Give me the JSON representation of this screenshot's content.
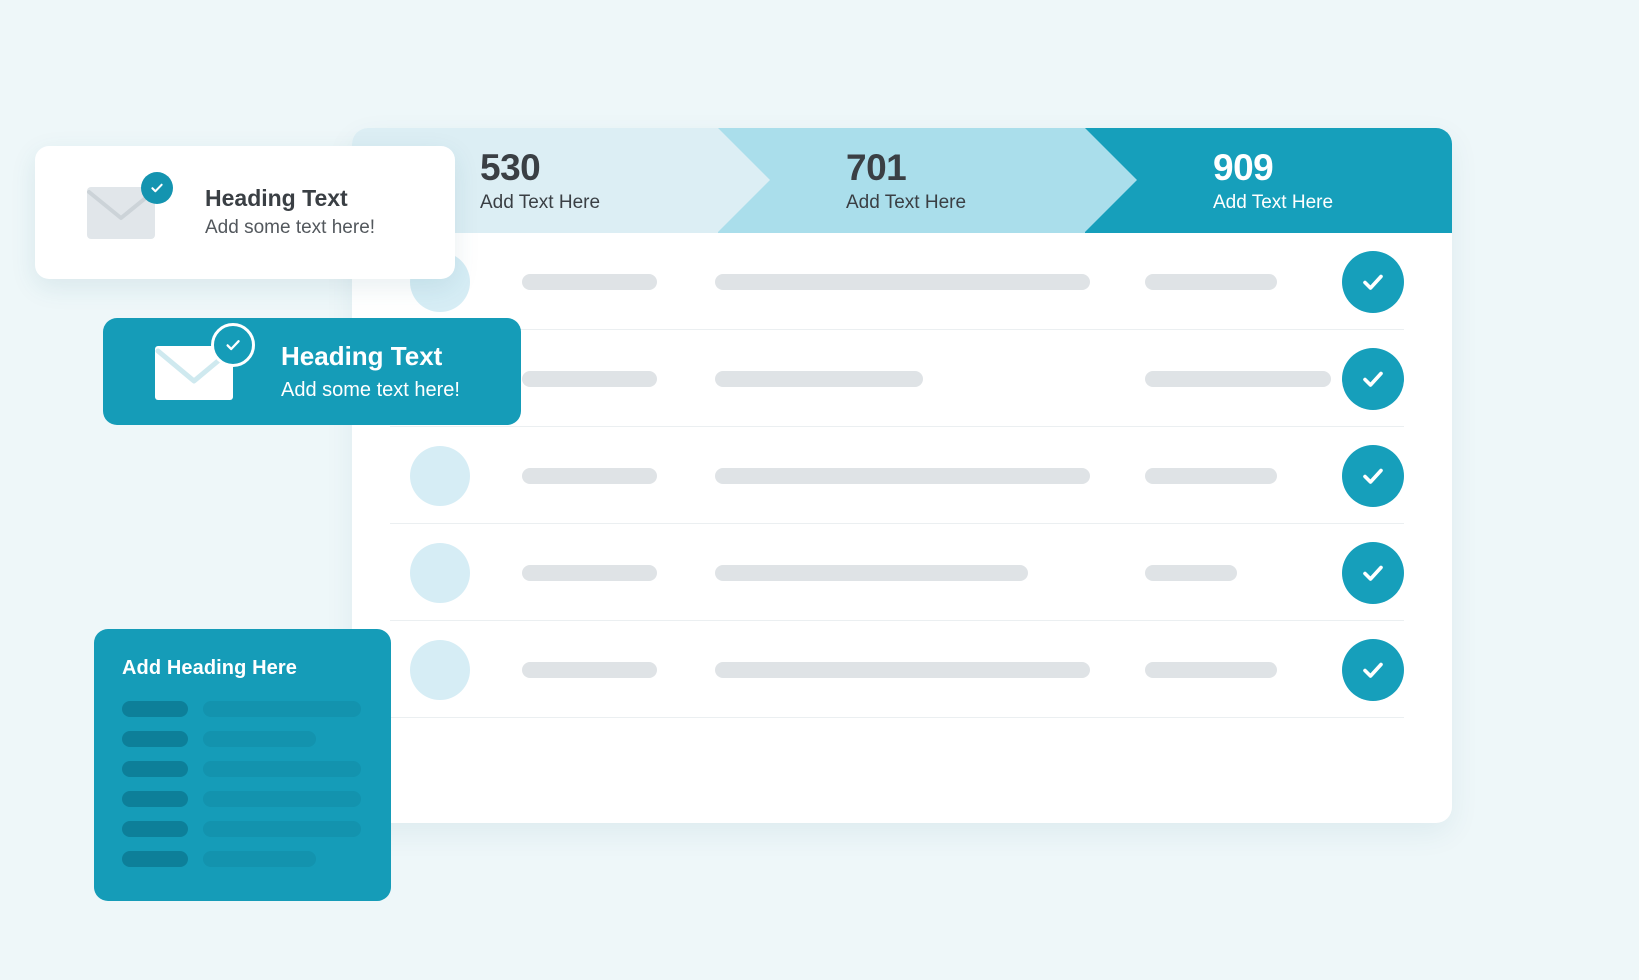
{
  "theme": {
    "page_background": "#eef7f9",
    "accent": "#169fbb",
    "accent_dark": "#0d7f99",
    "step_light": "#dceef4",
    "step_mid": "#aadeeb",
    "step_active": "#169fbb",
    "bar_gray": "#dfe3e6",
    "avatar_blue": "#d6edf5",
    "text_dark": "#3a3f44",
    "text_white": "#ffffff"
  },
  "stepper": {
    "steps": [
      {
        "number": "530",
        "label": "Add Text Here",
        "state": "inactive",
        "fill": "#dceef4"
      },
      {
        "number": "701",
        "label": "Add Text Here",
        "state": "inactive",
        "fill": "#aadeeb"
      },
      {
        "number": "909",
        "label": "Add Text Here",
        "state": "active",
        "fill": "#169fbb"
      }
    ]
  },
  "table": {
    "rows": [
      {
        "avatar": true,
        "bars": [
          135,
          375,
          132
        ],
        "check": true
      },
      {
        "avatar": true,
        "bars": [
          135,
          208,
          186
        ],
        "check": true
      },
      {
        "avatar": true,
        "bars": [
          135,
          375,
          132
        ],
        "check": true
      },
      {
        "avatar": true,
        "bars": [
          135,
          313,
          92
        ],
        "check": true
      },
      {
        "avatar": true,
        "bars": [
          135,
          375,
          132
        ],
        "check": true
      }
    ],
    "check_icon": "check-icon"
  },
  "card_white": {
    "icon": "envelope-check-icon",
    "title": "Heading Text",
    "subtitle": "Add some text here!"
  },
  "card_teal": {
    "icon": "envelope-check-icon",
    "title": "Heading Text",
    "subtitle": "Add some text here!"
  },
  "card_list": {
    "title": "Add Heading Here",
    "rows": [
      {
        "chip_dark": 66,
        "chip_light": 163
      },
      {
        "chip_dark": 66,
        "chip_light": 113
      },
      {
        "chip_dark": 66,
        "chip_light": 163
      },
      {
        "chip_dark": 66,
        "chip_light": 163
      },
      {
        "chip_dark": 66,
        "chip_light": 163
      },
      {
        "chip_dark": 66,
        "chip_light": 113
      }
    ]
  }
}
